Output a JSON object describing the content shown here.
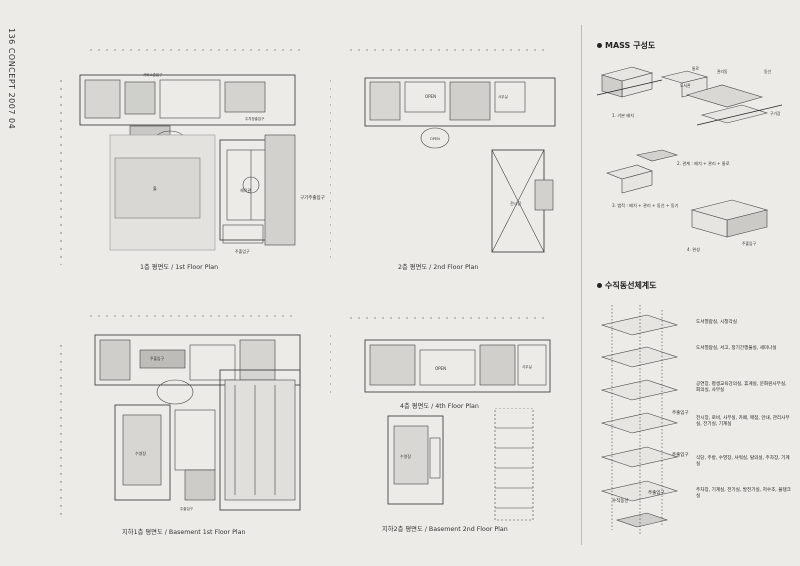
{
  "page": {
    "spine_text": "136 CONCEPT 2007 04"
  },
  "plans": [
    {
      "id": "1f",
      "caption": "1층 평면도 / 1st Floor Plan"
    },
    {
      "id": "2f",
      "caption": "2층 평면도 / 2nd Floor Plan"
    },
    {
      "id": "b1",
      "caption": "지하1층 평면도 / Basement 1st Floor Plan"
    },
    {
      "id": "4f",
      "caption": "4층 평면도 / 4th Floor Plan"
    },
    {
      "id": "b2",
      "caption": "지하2층 평면도 / Basement 2nd Floor Plan"
    }
  ],
  "plan_labels": {
    "service_entrance": "서비스출입구",
    "parking_entrance": "주차장출입구",
    "main_entrance": "주출입구",
    "hall": "홀",
    "gym": "체육관",
    "open": "OPEN",
    "exhibition": "전시장",
    "pool": "수영장",
    "office": "사무실",
    "vertical_entrance_1f": "구기주출입구"
  },
  "mass": {
    "title": "MASS 구성도",
    "steps": [
      {
        "caption": "1. 기본 배치"
      },
      {
        "caption": "2. 관계 : 배치 + 관리 + 통로"
      },
      {
        "caption": "3. 법적 : 배치 + 관리 + 동선 + 동기"
      },
      {
        "caption": "4. 완성"
      }
    ],
    "labels": {
      "a": "통로",
      "b": "관리동",
      "c": "동선",
      "d": "도서관",
      "e": "구기장",
      "f": "주출입구"
    }
  },
  "vertical": {
    "title": "수직동선체계도",
    "notes": [
      "도서열람실, 시청각실",
      "도서열람실, 서고, 정기간행물실, 세미나실",
      "공연장, 평생교육강의실, 휴게실, 문화원사무실, 회의실, 사무실",
      "전시장, 로비, 사무실, 카페, 매점, 안내, 관리사무실, 전기실, 기계실",
      "식당, 주방, 수영장, 샤워실, 탈의실, 주차장, 기계실",
      "주차장, 기계실, 전기실, 발전기실, 저수조, 물탱크실"
    ],
    "entrance_labels": [
      "주출입구",
      "주출입구",
      "주출입구",
      "수직동선"
    ]
  }
}
